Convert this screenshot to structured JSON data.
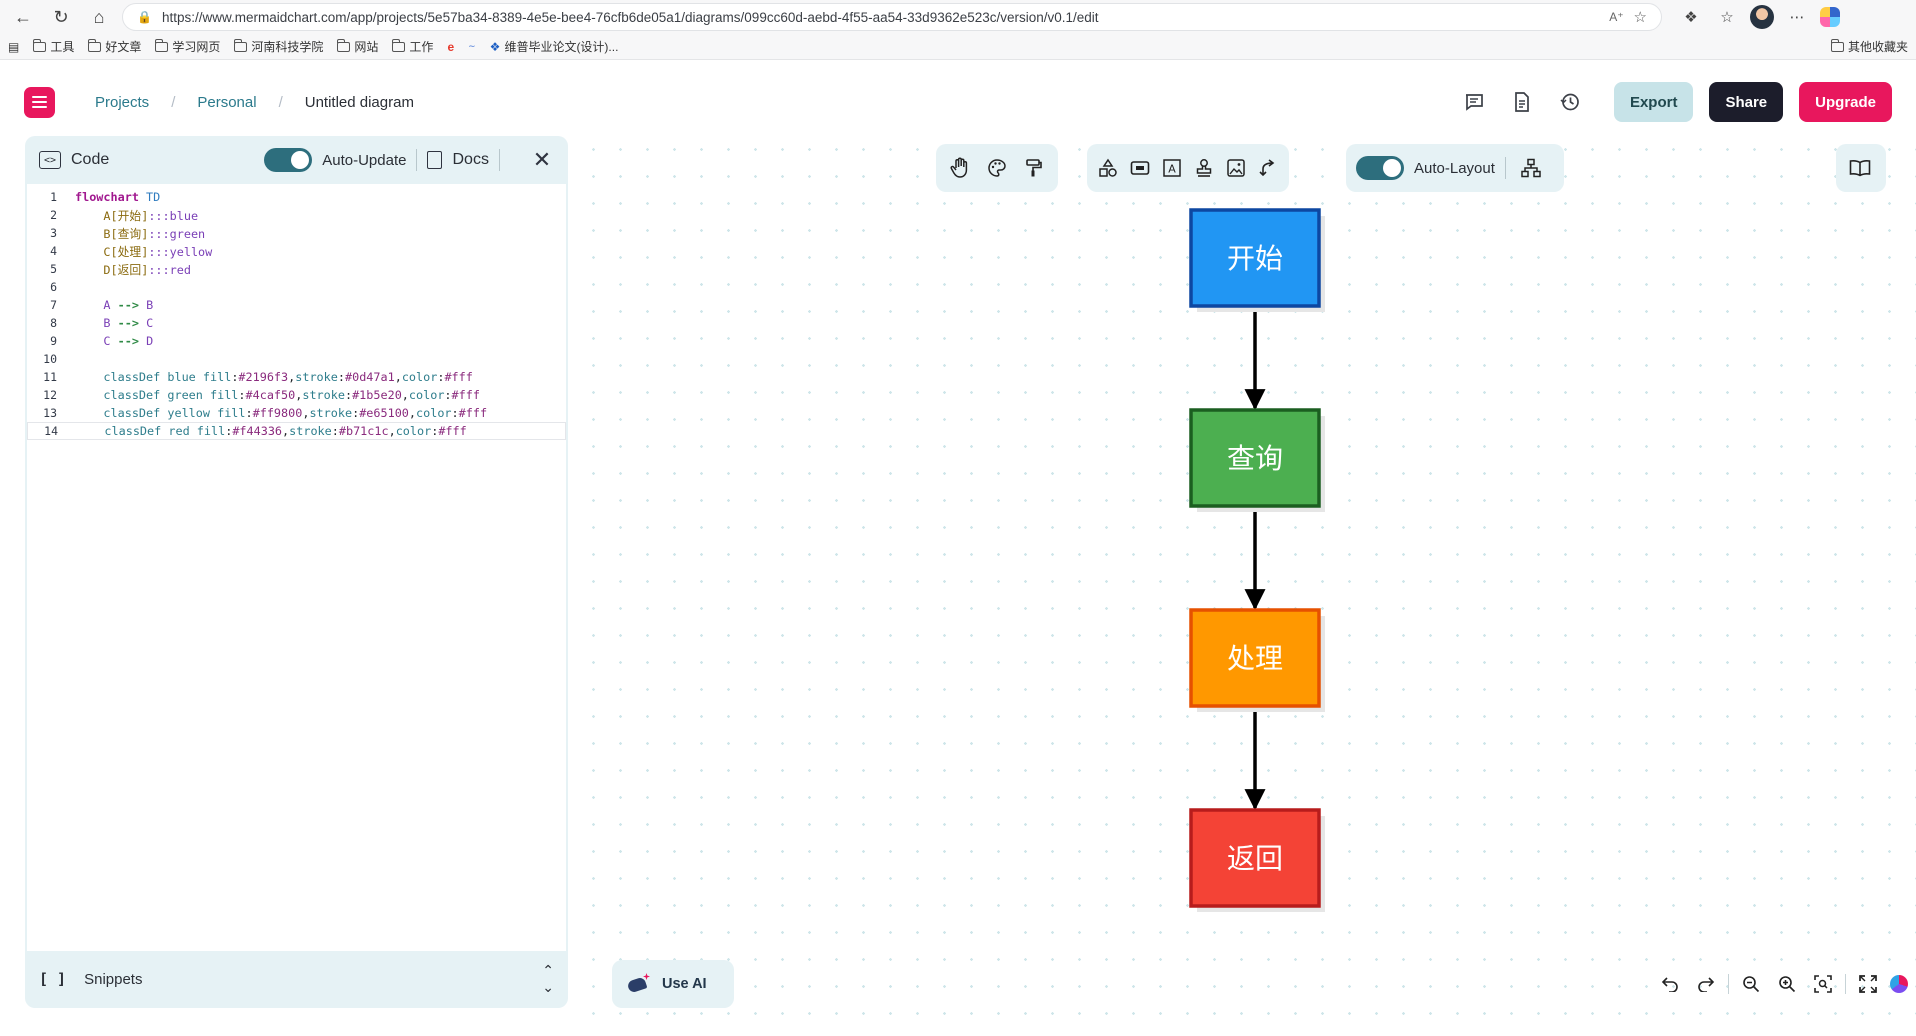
{
  "browser": {
    "url": "https://www.mermaidchart.com/app/projects/5e57ba34-8389-4e5e-bee4-76cfb6de05a1/diagrams/099cc60d-aebd-4f55-aa54-33d9362e523c/version/v0.1/edit",
    "bookmarks": [
      "工具",
      "好文章",
      "学习网页",
      "河南科技学院",
      "网站",
      "工作",
      "维普毕业论文(设计)..."
    ],
    "bookmarks_right": "其他收藏夹"
  },
  "header": {
    "breadcrumb": [
      "Projects",
      "Personal",
      "Untitled diagram"
    ],
    "separator": "/",
    "export_label": "Export",
    "share_label": "Share",
    "upgrade_label": "Upgrade"
  },
  "code_panel": {
    "title": "Code",
    "auto_update_label": "Auto-Update",
    "docs_label": "Docs",
    "snippets_label": "Snippets",
    "snippets_icon": "[ ]",
    "active_line": 14,
    "lines": [
      {
        "n": "1",
        "text": "flowchart TD"
      },
      {
        "n": "2",
        "text": "    A[开始]:::blue"
      },
      {
        "n": "3",
        "text": "    B[查询]:::green"
      },
      {
        "n": "4",
        "text": "    C[处理]:::yellow"
      },
      {
        "n": "5",
        "text": "    D[返回]:::red"
      },
      {
        "n": "6",
        "text": ""
      },
      {
        "n": "7",
        "text": "    A --> B"
      },
      {
        "n": "8",
        "text": "    B --> C"
      },
      {
        "n": "9",
        "text": "    C --> D"
      },
      {
        "n": "10",
        "text": ""
      },
      {
        "n": "11",
        "text": "    classDef blue fill:#2196f3,stroke:#0d47a1,color:#fff"
      },
      {
        "n": "12",
        "text": "    classDef green fill:#4caf50,stroke:#1b5e20,color:#fff"
      },
      {
        "n": "13",
        "text": "    classDef yellow fill:#ff9800,stroke:#e65100,color:#fff"
      },
      {
        "n": "14",
        "text": "    classDef red fill:#f44336,stroke:#b71c1c,color:#fff"
      }
    ]
  },
  "canvas": {
    "auto_layout_label": "Auto-Layout",
    "use_ai_label": "Use AI",
    "nodes": [
      {
        "id": "A",
        "label": "开始",
        "fill": "#2196f3",
        "stroke": "#0d47a1",
        "color": "#ffffff"
      },
      {
        "id": "B",
        "label": "查询",
        "fill": "#4caf50",
        "stroke": "#1b5e20",
        "color": "#ffffff"
      },
      {
        "id": "C",
        "label": "处理",
        "fill": "#ff9800",
        "stroke": "#e65100",
        "color": "#ffffff"
      },
      {
        "id": "D",
        "label": "返回",
        "fill": "#f44336",
        "stroke": "#b71c1c",
        "color": "#ffffff"
      }
    ],
    "edges": [
      [
        "A",
        "B"
      ],
      [
        "B",
        "C"
      ],
      [
        "C",
        "D"
      ]
    ]
  },
  "colors": {
    "brand_pink": "#e8175d",
    "panel_bg": "#e6f2f5",
    "share_dark": "#1c1d2b",
    "export_bg": "#c7e3e8",
    "toggle_on": "#2d6e7d"
  },
  "icons": {
    "tools": [
      "hand-icon",
      "palette-icon",
      "paint-roller-icon",
      "shapes-icon",
      "node-icon",
      "text-icon",
      "stamp-icon",
      "image-icon",
      "connector-icon"
    ],
    "header": [
      "comment-icon",
      "document-icon",
      "history-icon"
    ]
  }
}
